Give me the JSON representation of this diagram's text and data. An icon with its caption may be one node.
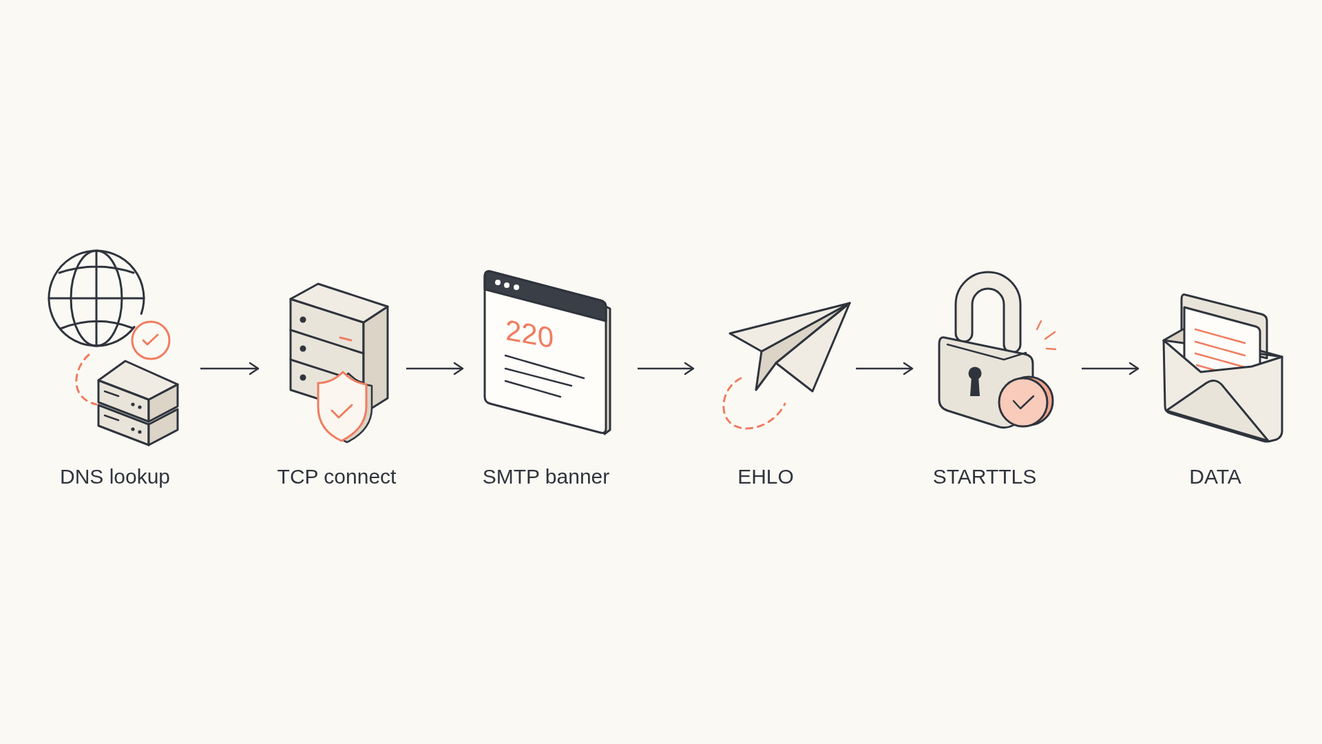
{
  "diagram": {
    "nodes": [
      {
        "text": [
          "DNS lookup"
        ]
      },
      {
        "text": [
          "TCP connect"
        ]
      },
      {
        "text": [
          "220",
          "SMTP banner"
        ]
      },
      {
        "text": [
          "EHLO"
        ]
      },
      {
        "text": [
          "STARTTLS"
        ]
      },
      {
        "text": [
          "DATA"
        ]
      }
    ],
    "edges": [
      {
        "from": 0,
        "to": 1,
        "arrow": "to"
      },
      {
        "from": 1,
        "to": 2,
        "arrow": "to"
      },
      {
        "from": 2,
        "to": 3,
        "arrow": "to"
      },
      {
        "from": 3,
        "to": 4,
        "arrow": "to"
      },
      {
        "from": 4,
        "to": 5,
        "arrow": "to"
      }
    ]
  }
}
